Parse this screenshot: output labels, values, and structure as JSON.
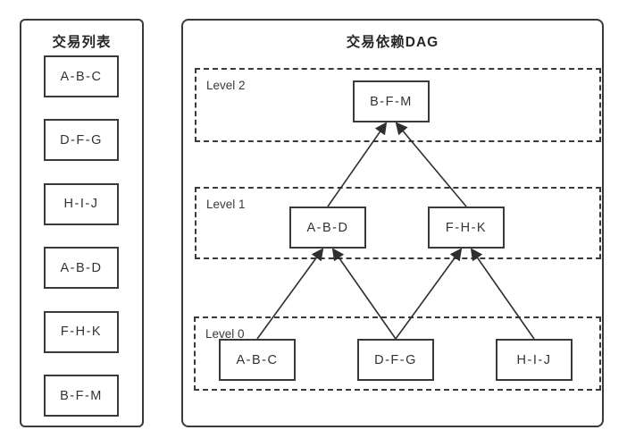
{
  "left_panel": {
    "title": "交易列表",
    "items": [
      "A-B-C",
      "D-F-G",
      "H-I-J",
      "A-B-D",
      "F-H-K",
      "B-F-M"
    ]
  },
  "dag": {
    "title": "交易依赖DAG",
    "levels": [
      {
        "label": "Level 2",
        "nodes": [
          "B-F-M"
        ]
      },
      {
        "label": "Level 1",
        "nodes": [
          "A-B-D",
          "F-H-K"
        ]
      },
      {
        "label": "Level 0",
        "nodes": [
          "A-B-C",
          "D-F-G",
          "H-I-J"
        ]
      }
    ],
    "edges": [
      {
        "from": "A-B-C",
        "to": "A-B-D"
      },
      {
        "from": "D-F-G",
        "to": "A-B-D"
      },
      {
        "from": "D-F-G",
        "to": "F-H-K"
      },
      {
        "from": "H-I-J",
        "to": "F-H-K"
      },
      {
        "from": "A-B-D",
        "to": "B-F-M"
      },
      {
        "from": "F-H-K",
        "to": "B-F-M"
      }
    ]
  },
  "colors": {
    "stroke": "#3a3a3a",
    "text": "#333333",
    "background": "#ffffff"
  }
}
